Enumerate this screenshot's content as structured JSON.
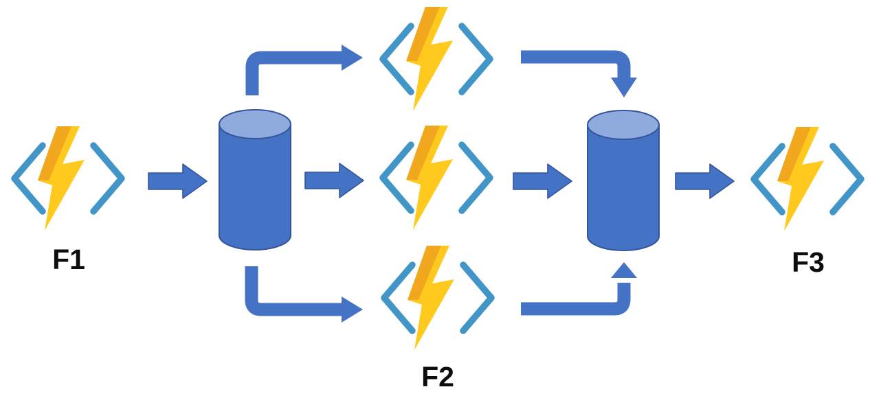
{
  "diagram": {
    "kind": "flow-diagram",
    "labels": {
      "f1": "F1",
      "f2": "F2",
      "f3": "F3"
    },
    "colors": {
      "shape_blue": "#4472C4",
      "shape_outline": "#35549B",
      "cylinder_top": "#8FAADC",
      "bracket_blue": "#4295C7",
      "bolt_light": "#FFC91E",
      "bolt_dark": "#F2A81E",
      "label_color": "#0D0D0D",
      "background": "#FFFFFF"
    },
    "nodes": [
      {
        "id": "f1",
        "type": "azure-function",
        "label": "F1"
      },
      {
        "id": "queue-1",
        "type": "queue-cylinder",
        "label": ""
      },
      {
        "id": "worker-top",
        "type": "azure-function",
        "label": ""
      },
      {
        "id": "worker-middle",
        "type": "azure-function",
        "label": ""
      },
      {
        "id": "worker-bottom",
        "type": "azure-function",
        "label": "F2"
      },
      {
        "id": "queue-2",
        "type": "queue-cylinder",
        "label": ""
      },
      {
        "id": "f3",
        "type": "azure-function",
        "label": "F3"
      }
    ],
    "edges": [
      {
        "from": "f1",
        "to": "queue-1",
        "style": "straight-right"
      },
      {
        "from": "queue-1",
        "to": "worker-top",
        "style": "elbow-up-right"
      },
      {
        "from": "queue-1",
        "to": "worker-middle",
        "style": "straight-right"
      },
      {
        "from": "queue-1",
        "to": "worker-bottom",
        "style": "elbow-down-right"
      },
      {
        "from": "worker-top",
        "to": "queue-2",
        "style": "elbow-right-down"
      },
      {
        "from": "worker-middle",
        "to": "queue-2",
        "style": "straight-right"
      },
      {
        "from": "worker-bottom",
        "to": "queue-2",
        "style": "elbow-right-up"
      },
      {
        "from": "queue-2",
        "to": "f3",
        "style": "straight-right"
      }
    ]
  }
}
